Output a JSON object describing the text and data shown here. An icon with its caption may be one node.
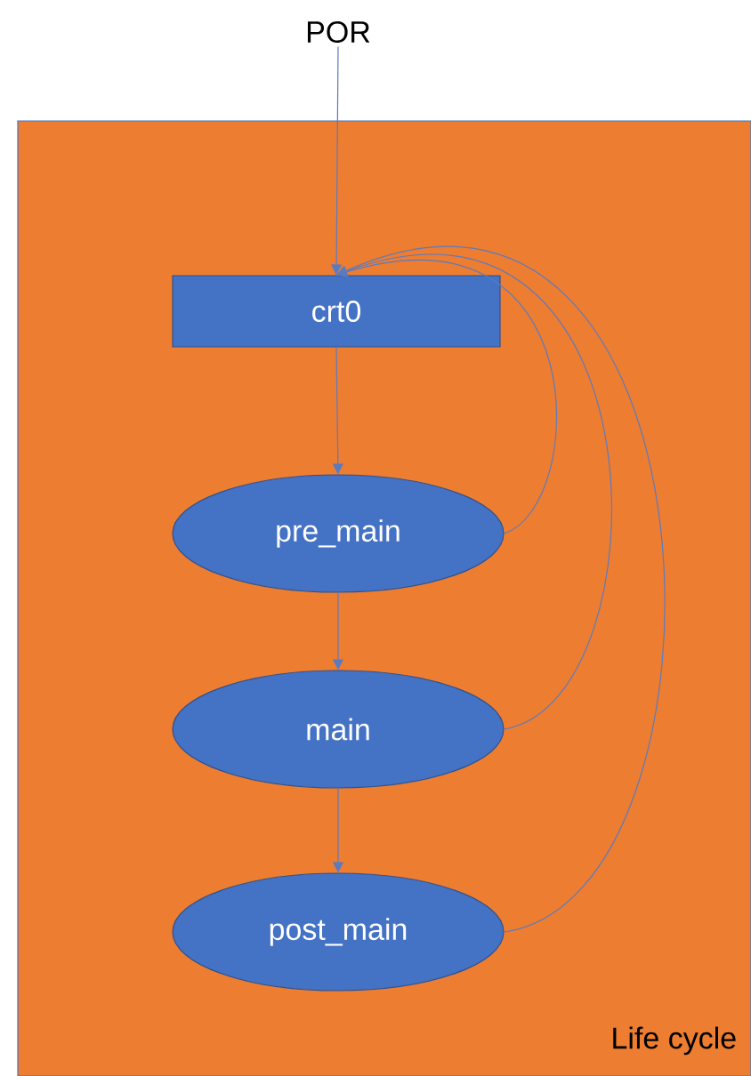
{
  "diagram": {
    "nodes": [
      {
        "text": [
          "Life cycle"
        ]
      },
      {
        "text": [
          "POR"
        ]
      },
      {
        "text": [
          "crt0"
        ],
        "in": 0
      },
      {
        "text": [
          "pre_main"
        ],
        "in": 0
      },
      {
        "text": [
          "main"
        ],
        "in": 0
      },
      {
        "text": [
          "post_main"
        ],
        "in": 0
      }
    ],
    "edges": [
      {
        "from": 1,
        "to": 2,
        "arrow": "to"
      },
      {
        "from": 2,
        "to": 3,
        "arrow": "to"
      },
      {
        "from": 3,
        "to": 4,
        "arrow": "to"
      },
      {
        "from": 4,
        "to": 5,
        "arrow": "to"
      },
      {
        "from": 3,
        "to": 2,
        "arrow": "to"
      },
      {
        "from": 4,
        "to": 2,
        "arrow": "to"
      },
      {
        "from": 5,
        "to": 2,
        "arrow": "to"
      }
    ]
  }
}
